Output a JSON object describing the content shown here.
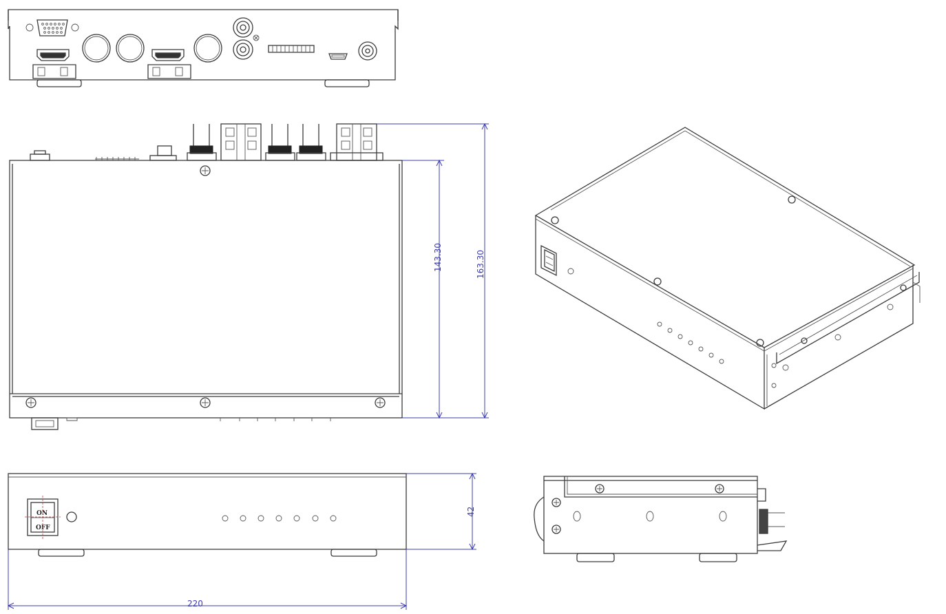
{
  "drawing": {
    "views": [
      "rear-view",
      "top-view",
      "isometric-view",
      "front-view",
      "side-view"
    ],
    "dimensions": {
      "depth_body": "143.30",
      "depth_total": "163.30",
      "height": "42",
      "width": "220"
    },
    "switch_labels": {
      "on": "ON",
      "off": "OFF"
    },
    "colors": {
      "line": "#3a3a3a",
      "dimension": "#3b3bb0",
      "background": "#ffffff"
    }
  }
}
